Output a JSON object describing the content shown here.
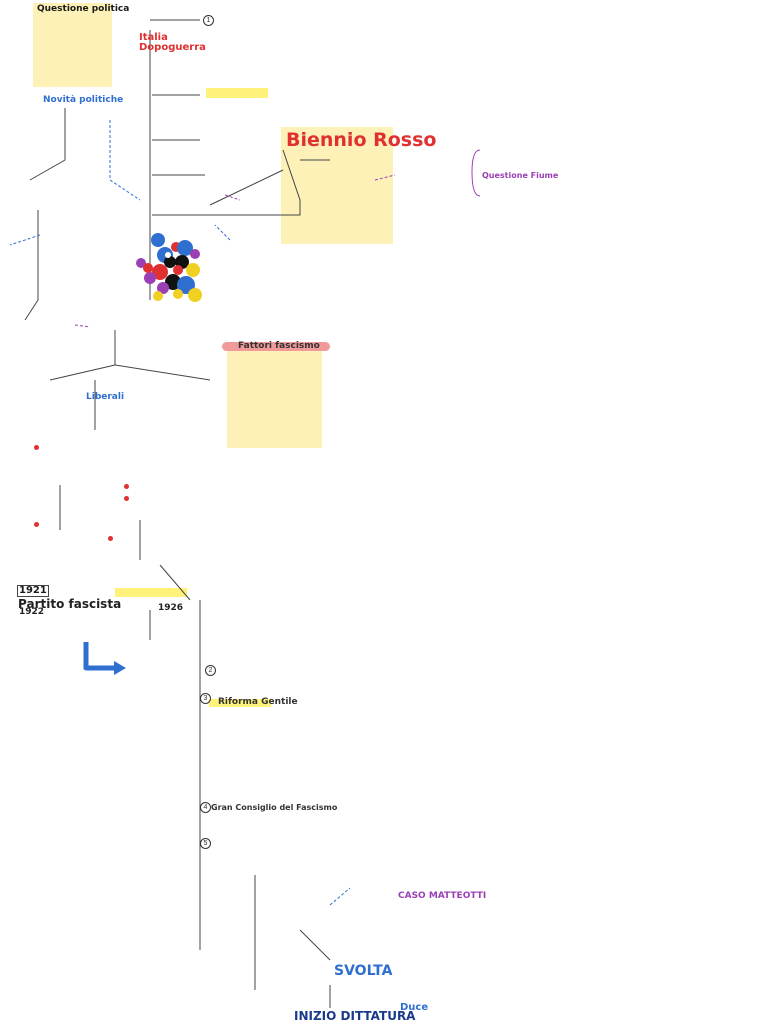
{
  "headings": {
    "questione_politica": "Questione politica",
    "italia": "Italia",
    "dopoguerra": "Dopoguerra",
    "biennio_rosso": "Biennio Rosso",
    "fattori_fascismo": "Fattori fascismo",
    "partito_fascista": "Partito fascista",
    "svolta": "SVOLTA",
    "inizio_dittatura": "INIZIO DITTATURA",
    "caso_matteotti": "CASO MATTEOTTI",
    "riforma_gentile": "Riforma Gentile",
    "gran_consiglio": "Gran Consiglio del Fascismo",
    "questione_fiume": "Questione Fiume",
    "liberali": "Liberali",
    "novita_politiche": "Novità politiche"
  },
  "years": {
    "y1921": "1921",
    "y1922": "1922",
    "y1926": "1926",
    "duce": "Duce"
  },
  "colors": {
    "sticky": "#fdf1b8",
    "accent_red": "#e03030",
    "accent_purple": "#9b3fb5",
    "accent_blue": "#2f6fd0",
    "ink": "#333333",
    "ink_dark": "#1a1a1a"
  },
  "icons": {
    "arrow_big": "big-right-arrow",
    "dots_cluster": "colored-dots"
  }
}
